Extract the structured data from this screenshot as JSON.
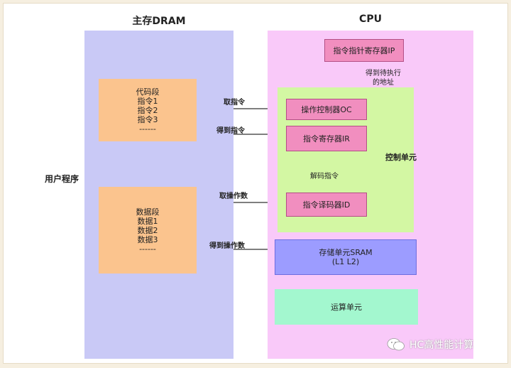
{
  "dram": {
    "title": "主存DRAM",
    "code_segment": [
      "代码段",
      "指令1",
      "指令2",
      "指令3",
      "------"
    ],
    "data_segment": [
      "数据段",
      "数据1",
      "数据2",
      "数据3",
      "------"
    ]
  },
  "user_program": "用户程序",
  "cpu": {
    "title": "CPU",
    "ip": "指令指针寄存器IP",
    "get_target_address": [
      "得到待执行",
      "的地址"
    ],
    "oc": "操作控制器OC",
    "ir": "指令寄存器IR",
    "decode": "解码指令",
    "id": "指令译码器ID",
    "control_unit": "控制单元",
    "sram": [
      "存储单元SRAM",
      "(L1  L2)"
    ],
    "alu": "运算单元"
  },
  "arrows": {
    "fetch_instruction": "取指令",
    "get_instruction": "得到指令",
    "fetch_operand": "取操作数",
    "get_operand": "得到操作数"
  },
  "watermark": "HC高性能计算",
  "colors": {
    "dram": "#c9c9f6",
    "cpu": "#f9c9f9",
    "control": "#d3f7a3",
    "register": "#f18ebf",
    "segment": "#fbc48e",
    "sram": "#9c9cff",
    "alu": "#a3f7cf"
  }
}
